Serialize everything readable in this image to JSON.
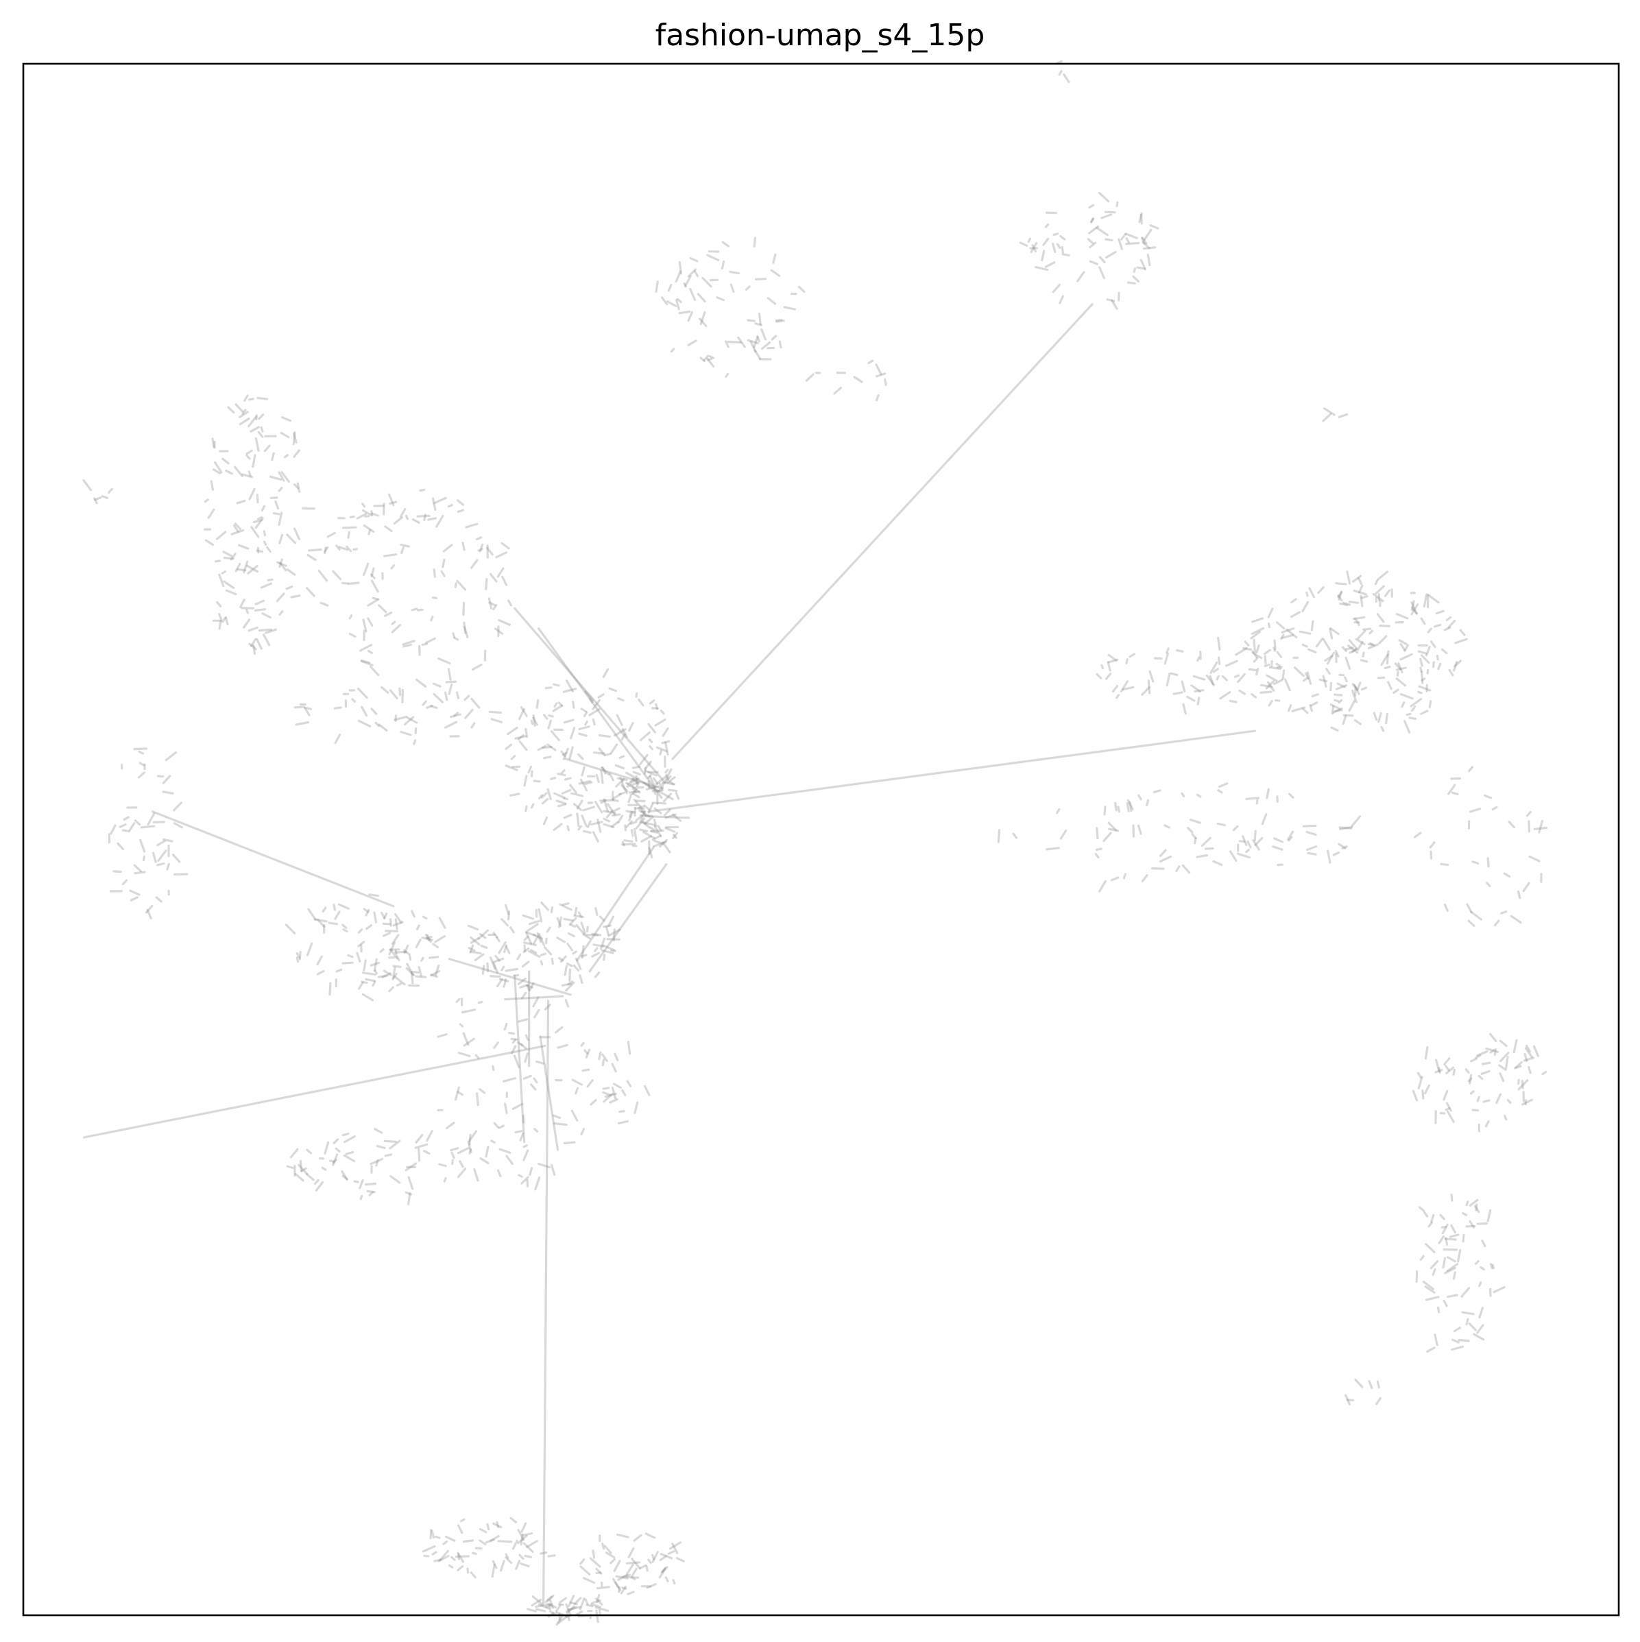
{
  "chart_data": {
    "type": "line",
    "title": "fashion-umap_s4_15p",
    "xlabel": "",
    "ylabel": "",
    "grid": false,
    "axes_ticks": false,
    "colors": {
      "segment": "#8a8a8a",
      "frame": "#000000",
      "background": "#ffffff"
    },
    "xlim": [
      0,
      100
    ],
    "ylim": [
      0,
      100
    ],
    "long_segments": [
      [
        [
          67.0,
          84.5
        ],
        [
          40.7,
          55.2
        ]
      ],
      [
        [
          77.2,
          57.0
        ],
        [
          39.2,
          51.8
        ]
      ],
      [
        [
          8.1,
          51.8
        ],
        [
          23.2,
          45.7
        ]
      ],
      [
        [
          3.8,
          30.8
        ],
        [
          32.7,
          36.7
        ]
      ],
      [
        [
          32.6,
          0.8
        ],
        [
          32.9,
          39.6
        ]
      ],
      [
        [
          31.7,
          35.4
        ],
        [
          31.7,
          41.5
        ]
      ],
      [
        [
          30.8,
          41.2
        ],
        [
          31.4,
          30.5
        ]
      ],
      [
        [
          32.4,
          37.3
        ],
        [
          33.5,
          30.0
        ]
      ],
      [
        [
          26.7,
          42.3
        ],
        [
          34.3,
          40.0
        ]
      ],
      [
        [
          30.2,
          39.7
        ],
        [
          33.8,
          39.9
        ]
      ],
      [
        [
          34.7,
          42.2
        ],
        [
          39.5,
          49.5
        ]
      ],
      [
        [
          35.5,
          41.5
        ],
        [
          40.3,
          48.4
        ]
      ],
      [
        [
          30.8,
          64.9
        ],
        [
          40.2,
          53.7
        ]
      ],
      [
        [
          32.3,
          63.6
        ],
        [
          40.0,
          52.7
        ]
      ],
      [
        [
          34.0,
          55.2
        ],
        [
          40.0,
          53.3
        ]
      ],
      [
        [
          37.8,
          54.3
        ],
        [
          40.7,
          52.6
        ]
      ],
      [
        [
          39.0,
          51.5
        ],
        [
          41.7,
          51.4
        ]
      ]
    ],
    "clusters": [
      {
        "cx": 44.3,
        "cy": 84.4,
        "rx": 4.8,
        "ry": 4.6,
        "n": 64
      },
      {
        "cx": 52.5,
        "cy": 79.5,
        "rx": 3.6,
        "ry": 1.4,
        "n": 10
      },
      {
        "cx": 67.1,
        "cy": 88.0,
        "rx": 4.3,
        "ry": 3.4,
        "n": 58
      },
      {
        "cx": 65.0,
        "cy": 99.7,
        "rx": 0.5,
        "ry": 0.5,
        "n": 3
      },
      {
        "cx": 14.6,
        "cy": 70.4,
        "rx": 3.4,
        "ry": 8.4,
        "n": 120
      },
      {
        "cx": 24.4,
        "cy": 66.1,
        "rx": 6.6,
        "ry": 6.6,
        "n": 120
      },
      {
        "cx": 4.8,
        "cy": 72.2,
        "rx": 1.1,
        "ry": 0.4,
        "n": 5
      },
      {
        "cx": 23.3,
        "cy": 58.1,
        "rx": 6.8,
        "ry": 1.8,
        "n": 42
      },
      {
        "cx": 35.5,
        "cy": 55.5,
        "rx": 5.4,
        "ry": 5.1,
        "n": 160
      },
      {
        "cx": 39.0,
        "cy": 51.8,
        "rx": 2.4,
        "ry": 2.6,
        "n": 90
      },
      {
        "cx": 7.6,
        "cy": 50.6,
        "rx": 2.4,
        "ry": 5.6,
        "n": 46
      },
      {
        "cx": 21.9,
        "cy": 43.2,
        "rx": 5.1,
        "ry": 3.3,
        "n": 95
      },
      {
        "cx": 32.8,
        "cy": 43.2,
        "rx": 4.9,
        "ry": 2.8,
        "n": 110
      },
      {
        "cx": 30.6,
        "cy": 34.3,
        "rx": 5.0,
        "ry": 7.5,
        "n": 85
      },
      {
        "cx": 22.1,
        "cy": 29.1,
        "rx": 5.6,
        "ry": 2.2,
        "n": 58
      },
      {
        "cx": 37.0,
        "cy": 34.0,
        "rx": 2.4,
        "ry": 2.5,
        "n": 24
      },
      {
        "cx": 29.4,
        "cy": 4.5,
        "rx": 4.4,
        "ry": 1.9,
        "n": 52
      },
      {
        "cx": 38.1,
        "cy": 3.4,
        "rx": 3.3,
        "ry": 2.0,
        "n": 52
      },
      {
        "cx": 34.3,
        "cy": 0.5,
        "rx": 2.5,
        "ry": 0.6,
        "n": 44
      },
      {
        "cx": 83.6,
        "cy": 61.9,
        "rx": 6.9,
        "ry": 5.1,
        "n": 200
      },
      {
        "cx": 73.2,
        "cy": 60.5,
        "rx": 6.0,
        "ry": 1.9,
        "n": 54
      },
      {
        "cx": 72.5,
        "cy": 50.2,
        "rx": 11.5,
        "ry": 3.3,
        "n": 78
      },
      {
        "cx": 91.3,
        "cy": 48.9,
        "rx": 4.1,
        "ry": 6.0,
        "n": 32
      },
      {
        "cx": 91.5,
        "cy": 34.6,
        "rx": 4.8,
        "ry": 3.0,
        "n": 62
      },
      {
        "cx": 89.6,
        "cy": 22.0,
        "rx": 2.7,
        "ry": 6.1,
        "n": 62
      },
      {
        "cx": 84.0,
        "cy": 14.2,
        "rx": 1.2,
        "ry": 1.0,
        "n": 6
      },
      {
        "cx": 82.5,
        "cy": 77.6,
        "rx": 0.7,
        "ry": 0.4,
        "n": 3
      }
    ]
  }
}
